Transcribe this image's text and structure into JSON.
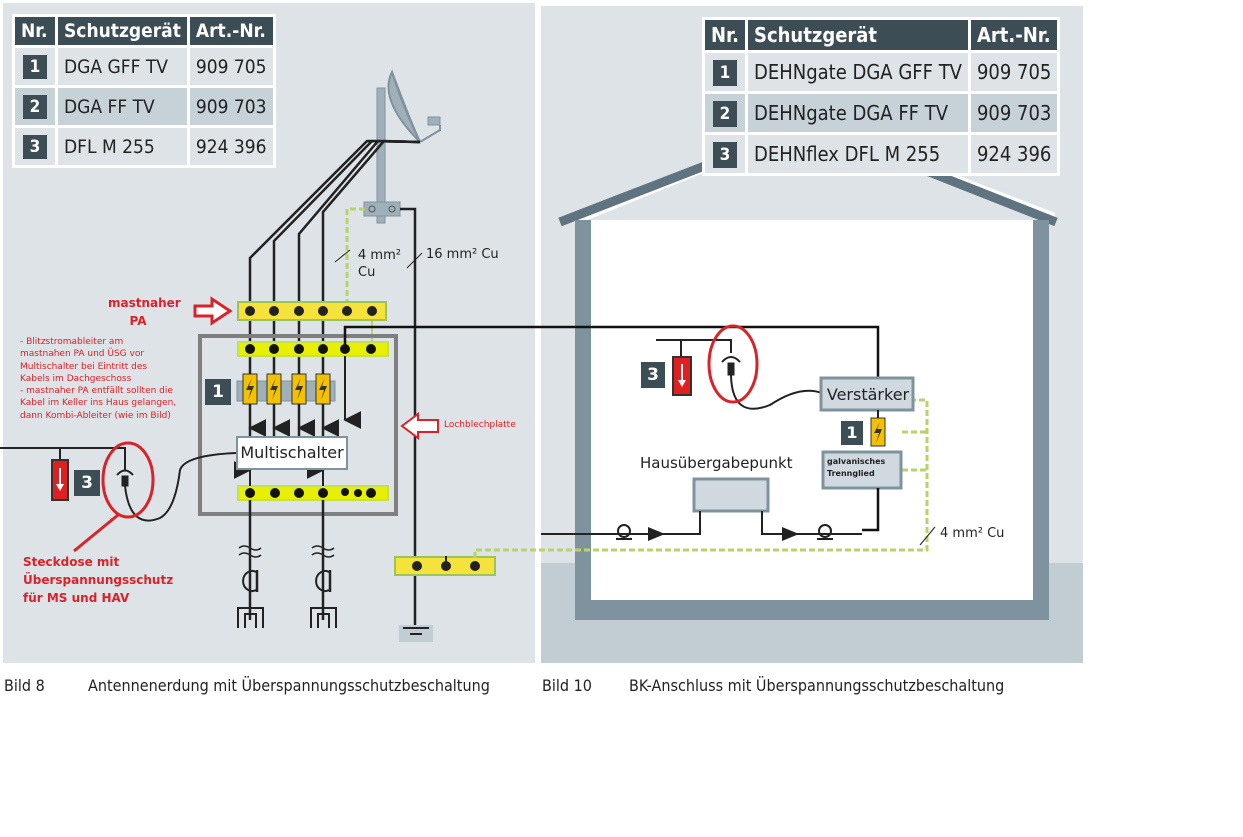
{
  "left_figure": {
    "table": {
      "headers": [
        "Nr.",
        "Schutzgerät",
        "Art.-Nr."
      ],
      "rows": [
        {
          "nr": "1",
          "device": "DGA GFF TV",
          "art": "909 705"
        },
        {
          "nr": "2",
          "device": "DGA FF TV",
          "art": "909 703"
        },
        {
          "nr": "3",
          "device": "DFL M 255",
          "art": "924 396"
        }
      ]
    },
    "labels": {
      "cable_4mm": "4 mm²",
      "cable_4mm_cu": "Cu",
      "cable_16mm": "16 mm² Cu",
      "mastnaher_line1": "mastnaher",
      "mastnaher_line2": "PA",
      "multischalter": "Multischalter",
      "lochblechplatte": "Lochblechplatte",
      "badge_1": "1",
      "badge_3": "3"
    },
    "note_lines": [
      "- Blitzstromableiter am",
      "mastnahen PA und ÜSG vor",
      "Multischalter bei Eintritt des",
      "Kabels im Dachgeschoss",
      "- mastnaher PA entfällt sollten die",
      "Kabel im Keller ins Haus gelangen,",
      "dann Kombi-Ableiter (wie im Bild)"
    ],
    "socket_note_lines": [
      "Steckdose mit",
      "Überspannungsschutz",
      "für MS und HAV"
    ],
    "caption_number": "Bild 8",
    "caption_text": "Antennenerdung mit Überspannungsschutzbeschaltung"
  },
  "right_figure": {
    "table": {
      "headers": [
        "Nr.",
        "Schutzgerät",
        "Art.-Nr."
      ],
      "rows": [
        {
          "nr": "1",
          "device": "DEHNgate DGA GFF TV",
          "art": "909 705"
        },
        {
          "nr": "2",
          "device": "DEHNgate DGA FF TV",
          "art": "909 703"
        },
        {
          "nr": "3",
          "device": "DEHNflex DFL M 255",
          "art": "924 396"
        }
      ]
    },
    "labels": {
      "verstaerker": "Verstärker",
      "hausuebergabepunkt": "Hausübergabepunkt",
      "trennglied_line1": "galvanisches",
      "trennglied_line2": "Trennglied",
      "cable_4mm": "4 mm² Cu",
      "badge_1": "1",
      "badge_3": "3"
    },
    "caption_number": "Bild 10",
    "caption_text": "BK-Anschluss mit Überspannungsschutzbeschaltung"
  },
  "colors": {
    "panel_bg": "#dde3e7",
    "header_bg": "#3c4d55",
    "row_alt": "#c7d1d8",
    "annotation_red": "#d9232a",
    "busbar_yellow": "#f5e23a",
    "busbar_lime": "#e6f000",
    "arrester_yellow": "#f2c200",
    "wall_grey": "#7f939e"
  }
}
